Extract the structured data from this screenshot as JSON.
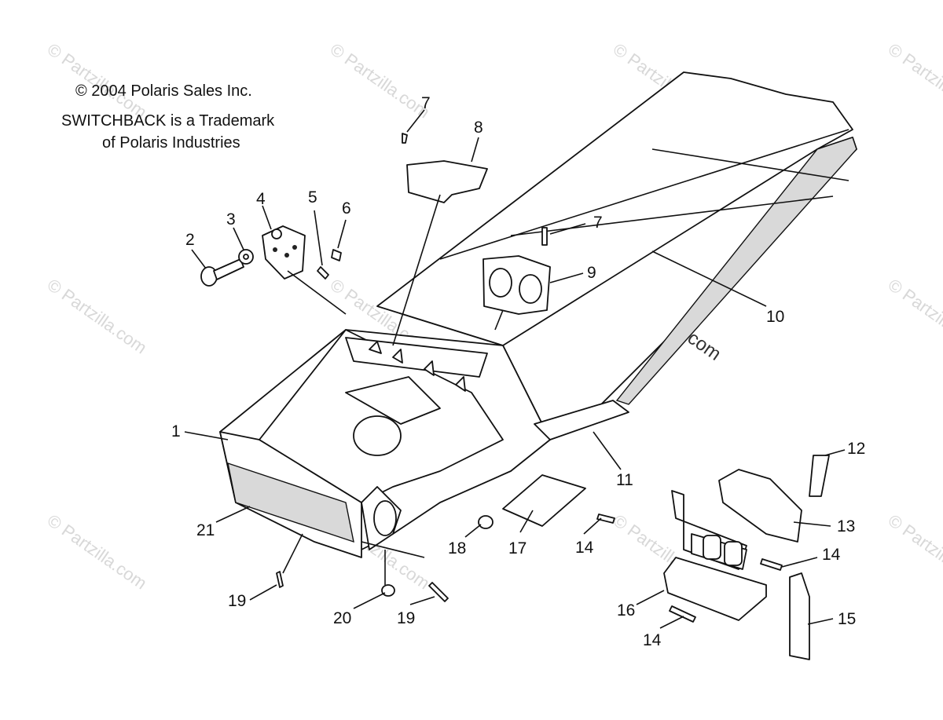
{
  "notice": {
    "copyright": "© 2004 Polaris Sales Inc.",
    "trademark_line1": "SWITCHBACK is a Trademark",
    "trademark_line2": "of Polaris Industries"
  },
  "watermark": {
    "text": "© Partzilla.com"
  },
  "callouts": [
    "1",
    "2",
    "3",
    "4",
    "5",
    "6",
    "7",
    "7",
    "8",
    "9",
    "10",
    "11",
    "12",
    "13",
    "14",
    "14",
    "14",
    "15",
    "16",
    "17",
    "18",
    "19",
    "19",
    "20",
    "21"
  ]
}
